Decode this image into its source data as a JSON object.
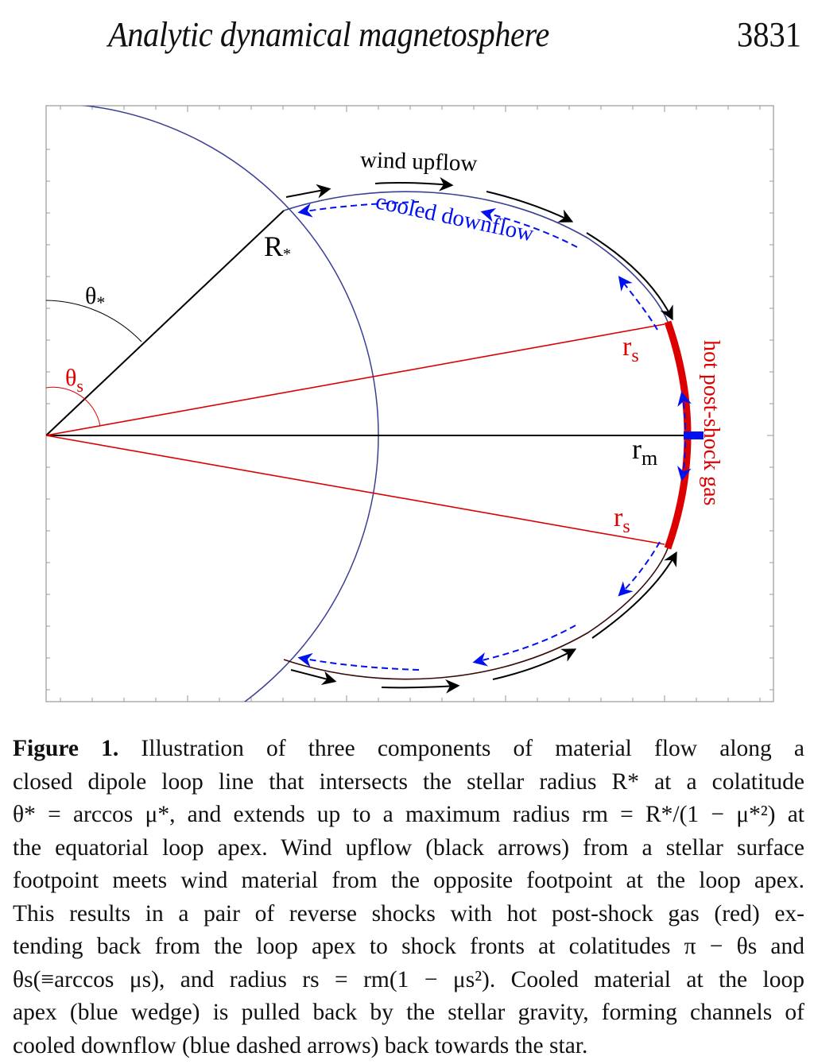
{
  "header": {
    "running_title": "Analytic dynamical magnetosphere",
    "page_number": "3831"
  },
  "figure": {
    "labels": {
      "stellar_radius": "R",
      "stellar_radius_sub": "*",
      "theta_star": "θ",
      "theta_star_sub": "*",
      "theta_s": "θ",
      "theta_s_sub": "s",
      "r_s_upper": "r",
      "r_s_upper_sub": "s",
      "r_s_lower": "r",
      "r_s_lower_sub": "s",
      "r_m": "r",
      "r_m_sub": "m",
      "wind_upflow": "wind upflow",
      "cooled_downflow": "cooled downflow",
      "hot_gas": "hot post-shock gas"
    },
    "colors": {
      "star_circle": "#3b3f94",
      "loop_line_lower": "#3a0a0a",
      "red": "#dd0000",
      "blue": "#0010f0",
      "black": "#000000",
      "frame": "#9a9a9a"
    }
  },
  "caption": {
    "label": "Figure 1.",
    "lines": [
      " Illustration of three components of material flow along a",
      "closed dipole loop line that intersects the stellar radius R* at a colatitude",
      "θ* = arccos μ*, and extends up to a maximum radius rm = R*/(1 − μ*²) at",
      "the equatorial loop apex. Wind upflow (black arrows) from a stellar surface",
      "footpoint meets wind material from the opposite footpoint at the loop apex.",
      "This results in a pair of reverse shocks with hot post-shock gas (red) ex-",
      "tending back from the loop apex to shock fronts at colatitudes π − θs and",
      "θs(≡arccos μs), and radius rs = rm(1 − μs²). Cooled material at the loop",
      "apex (blue wedge) is pulled back by the stellar gravity, forming channels of",
      "cooled downflow (blue dashed arrows) back towards the star."
    ]
  }
}
